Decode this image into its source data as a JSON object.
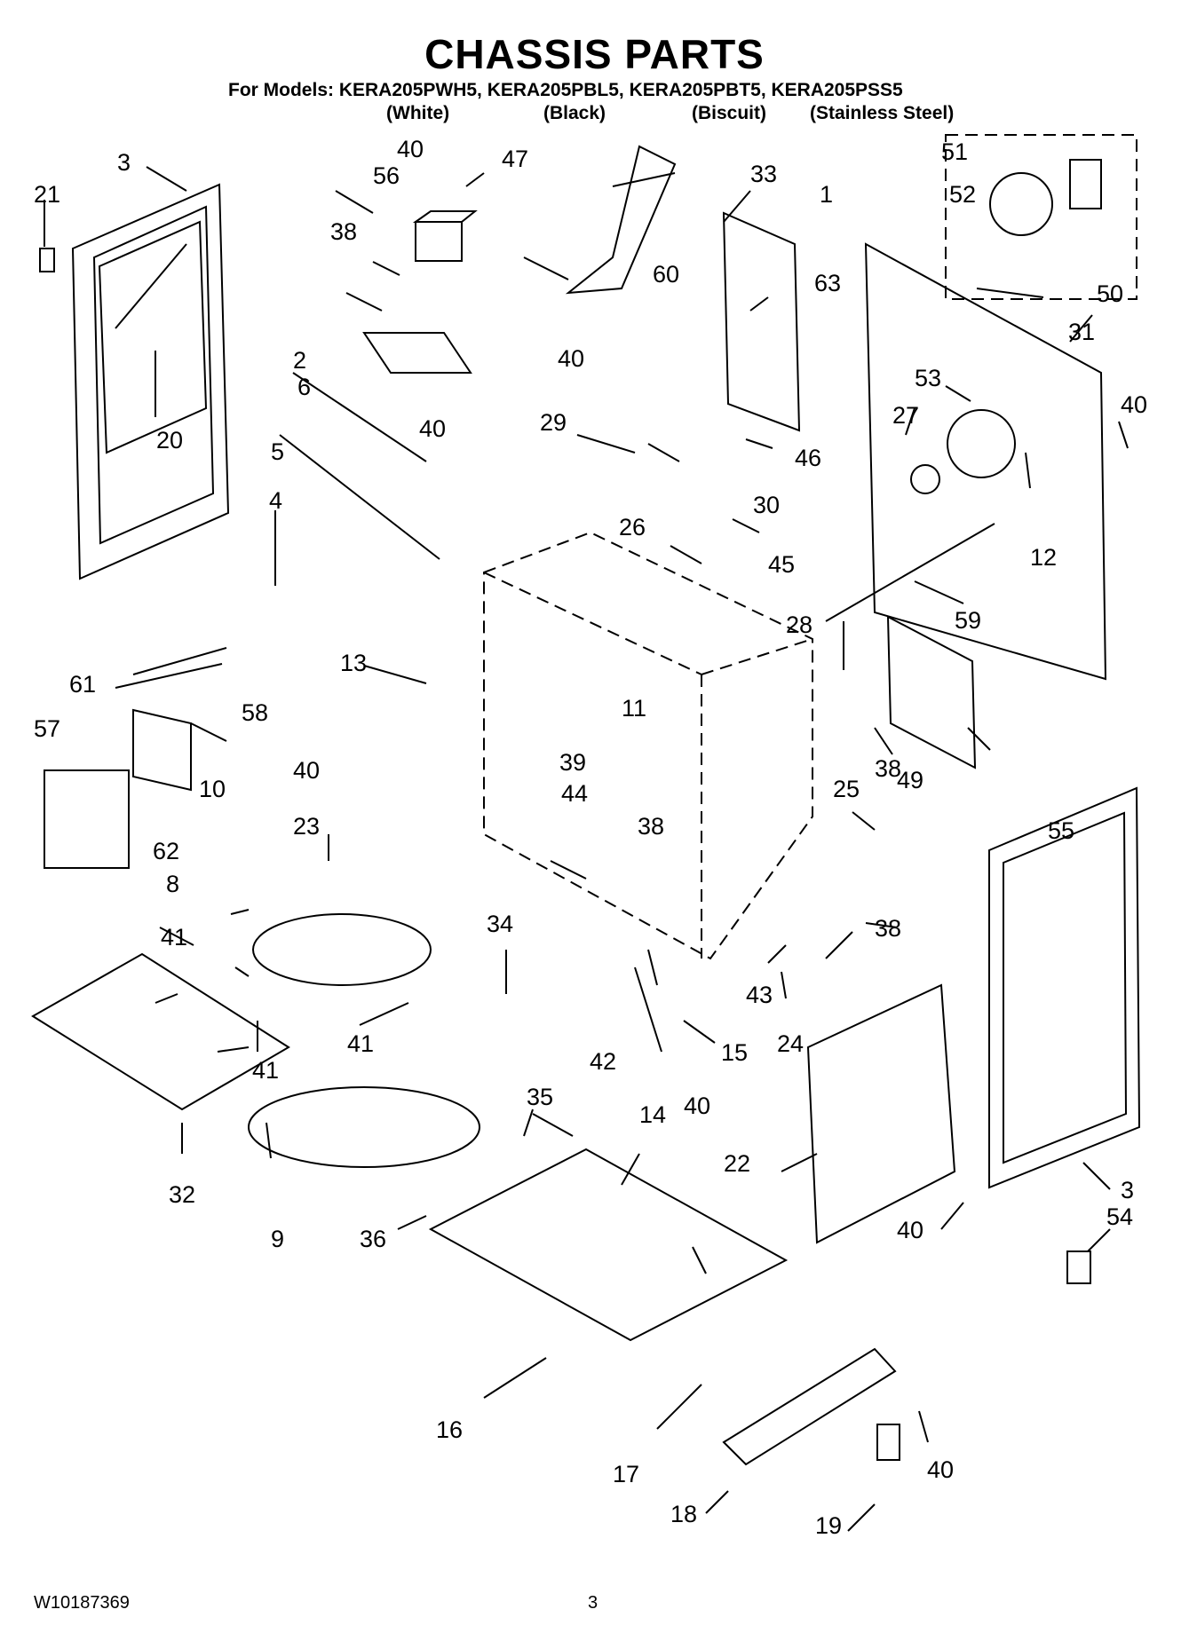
{
  "header": {
    "title": "CHASSIS PARTS",
    "models_line": "For Models: KERA205PWH5, KERA205PBL5, KERA205PBT5, KERA205PSS5",
    "colors": [
      "(White)",
      "(Black)",
      "(Biscuit)",
      "(Stainless Steel)"
    ]
  },
  "footer": {
    "doc_number": "W10187369",
    "page_number": "3"
  },
  "callouts": [
    "1",
    "2",
    "3",
    "3",
    "4",
    "5",
    "6",
    "8",
    "9",
    "10",
    "11",
    "12",
    "13",
    "14",
    "15",
    "16",
    "17",
    "18",
    "19",
    "20",
    "21",
    "22",
    "23",
    "24",
    "25",
    "26",
    "27",
    "28",
    "29",
    "30",
    "31",
    "32",
    "33",
    "34",
    "35",
    "36",
    "38",
    "38",
    "38",
    "38",
    "39",
    "40",
    "40",
    "40",
    "40",
    "40",
    "40",
    "40",
    "40",
    "41",
    "41",
    "41",
    "42",
    "43",
    "44",
    "45",
    "46",
    "47",
    "49",
    "50",
    "51",
    "52",
    "53",
    "54",
    "55",
    "56",
    "57",
    "58",
    "59",
    "60",
    "61",
    "62",
    "63"
  ]
}
